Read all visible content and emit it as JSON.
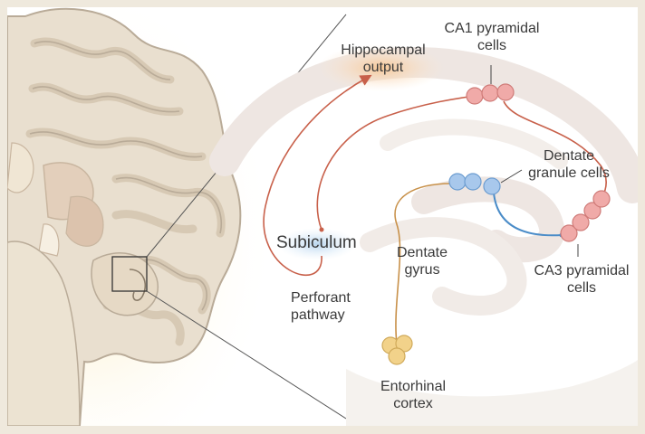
{
  "labels": {
    "hippocampal_output": [
      "Hippocampal",
      "output"
    ],
    "ca1": [
      "CA1 pyramidal",
      "cells"
    ],
    "dentate_granule": [
      "Dentate",
      "granule cells"
    ],
    "subiculum": "Subiculum",
    "dentate_gyrus": [
      "Dentate",
      "gyrus"
    ],
    "ca3": [
      "CA3 pyramidal",
      "cells"
    ],
    "perforant": [
      "Perforant",
      "pathway"
    ],
    "entorhinal": [
      "Entorhinal",
      "cortex"
    ]
  },
  "colors": {
    "frame": "#efe9dd",
    "pathway_red": "#c8604a",
    "pathway_blue": "#4a8cc8",
    "pyramidal_cell": "#f0aaa8",
    "granule_cell": "#a8c8ec",
    "entorhinal_cell": "#f2d28a",
    "brain_tissue": "#e9dfcf"
  },
  "icons": [
    "brain-coronal-section",
    "hippocampus-circuit"
  ]
}
